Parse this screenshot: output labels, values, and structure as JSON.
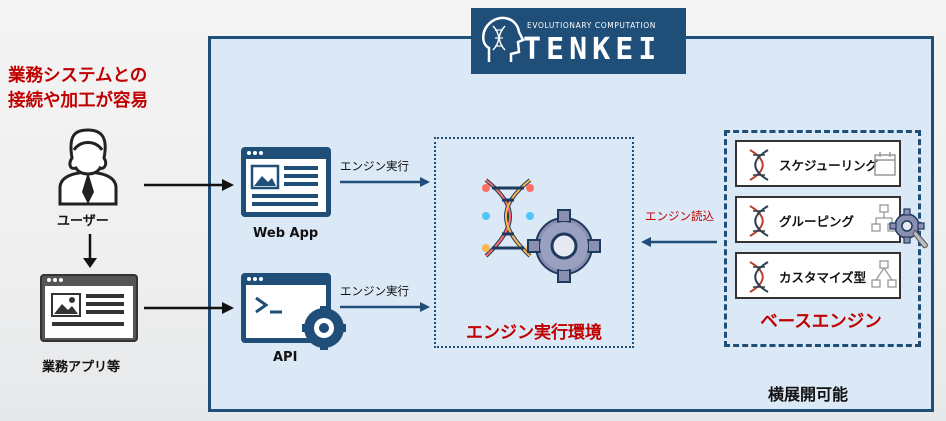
{
  "lead_text": {
    "line1": "業務システムとの",
    "line2": "接続や加工が容易"
  },
  "logo": {
    "subtitle": "EVOLUTIONARY COMPUTATION",
    "name": "TENKEI"
  },
  "left": {
    "user_label": "ユーザー",
    "apps_label": "業務アプリ等"
  },
  "interfaces": {
    "webapp_label": "Web App",
    "api_label": "API"
  },
  "arrows": {
    "exec1": "エンジン実行",
    "exec2": "エンジン実行",
    "read": "エンジン読込"
  },
  "engine_env": {
    "title": "エンジン実行環境"
  },
  "base_engine": {
    "items": [
      "スケジューリング",
      "グルーピング",
      "カスタマイズ型"
    ],
    "title": "ベースエンジン"
  },
  "scale_text": "横展開可能",
  "colors": {
    "navy": "#1f4e79",
    "red": "#c00000",
    "panel": "#dbe8f6"
  }
}
